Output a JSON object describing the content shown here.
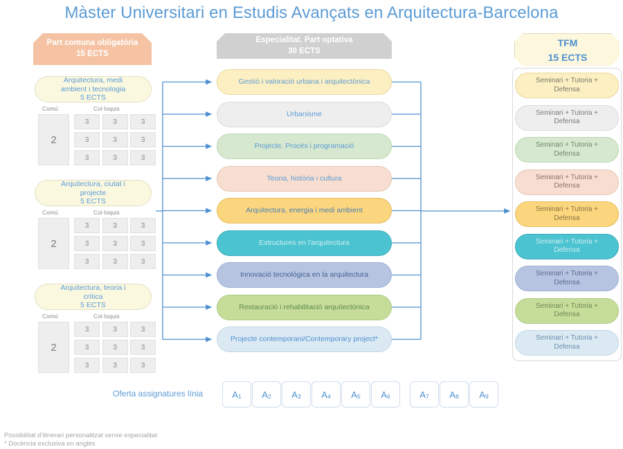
{
  "title": "Màster Universitari en Estudis Avançats en Arquitectura-Barcelona",
  "headers": {
    "common": {
      "line1": "Part comuna obligatòria",
      "line2": "15 ECTS",
      "color": "#f5c3a3"
    },
    "specialty": {
      "line1": "Especialitat. Part optativa",
      "line2": "30 ECTS",
      "color": "#d0d0d0"
    },
    "tfm": {
      "line1": "TFM",
      "line2": "15 ECTS",
      "color": "#fdf8dd"
    }
  },
  "left_blocks": [
    {
      "title_line1": "Arquitectura, medi",
      "title_line2": "ambient i tecnologia",
      "ects": "5 ECTS",
      "caption_common": "Comú",
      "caption_colloquia": "Col·loquis",
      "common_value": "2",
      "colloquia": [
        [
          "3",
          "3",
          "3"
        ],
        [
          "3",
          "3",
          "3"
        ],
        [
          "3",
          "3",
          "3"
        ]
      ]
    },
    {
      "title_line1": "Arquitectura, ciutat i",
      "title_line2": "projecte",
      "ects": "5 ECTS",
      "caption_common": "Comú",
      "caption_colloquia": "Col·loquis",
      "common_value": "2",
      "colloquia": [
        [
          "3",
          "3",
          "3"
        ],
        [
          "3",
          "3",
          "3"
        ],
        [
          "3",
          "3",
          "3"
        ]
      ]
    },
    {
      "title_line1": "Arquitectura, teoria i",
      "title_line2": "crítica",
      "ects": "5 ECTS",
      "caption_common": "Comú",
      "caption_colloquia": "Col·loquis",
      "common_value": "2",
      "colloquia": [
        [
          "3",
          "3",
          "3"
        ],
        [
          "3",
          "3",
          "3"
        ],
        [
          "3",
          "3",
          "3"
        ]
      ]
    }
  ],
  "subjects": [
    {
      "label": "Gestió i valoració urbana i arquitectònica",
      "fill": "#fcefc2",
      "border": "#e8d79a",
      "text": "#5b9bd5"
    },
    {
      "label": "Urbanisme",
      "fill": "#eeeeee",
      "border": "#dadada",
      "text": "#5b9bd5"
    },
    {
      "label": "Projecte. Procés i programació",
      "fill": "#d6e8cf",
      "border": "#bcd7b2",
      "text": "#5b9bd5"
    },
    {
      "label": "Teoria, història i cultura",
      "fill": "#f7ded0",
      "border": "#e4c6b4",
      "text": "#5b9bd5"
    },
    {
      "label": "Arquitectura, energia i medi ambient",
      "fill": "#fbd67e",
      "border": "#e6bd5e",
      "text": "#4a7fb5"
    },
    {
      "label": "Estructures en l'arquitectura",
      "fill": "#4cc3d0",
      "border": "#3aadb9",
      "text": "#cfeef2"
    },
    {
      "label": "Innovació tecnològica en la arquitectura",
      "fill": "#b6c4e2",
      "border": "#9fb0d3",
      "text": "#44618f"
    },
    {
      "label": "Restauració i rehabilitació arquitectònica",
      "fill": "#c6dd9a",
      "border": "#aec982",
      "text": "#5f8a4e"
    },
    {
      "label": "Projecte contemporani/Contemporary project*",
      "fill": "#dbe9f3",
      "border": "#c2d6e5",
      "text": "#4e8fd0"
    }
  ],
  "tfm_items": [
    {
      "line1": "Seminari + Tutoria +",
      "line2": "Defensa",
      "fill": "#fcefc2",
      "border": "#e8d79a",
      "text": "#7a7a6a"
    },
    {
      "line1": "Seminari + Tutoria +",
      "line2": "Defensa",
      "fill": "#eeeeee",
      "border": "#dadada",
      "text": "#7a7a7a"
    },
    {
      "line1": "Seminari + Tutoria +",
      "line2": "Defensa",
      "fill": "#d6e8cf",
      "border": "#bcd7b2",
      "text": "#6e8a68"
    },
    {
      "line1": "Seminari + Tutoria +",
      "line2": "Defensa",
      "fill": "#f7ded0",
      "border": "#e4c6b4",
      "text": "#8a7468"
    },
    {
      "line1": "Seminari + Tutoria +",
      "line2": "Defensa",
      "fill": "#fbd67e",
      "border": "#e6bd5e",
      "text": "#8a7340"
    },
    {
      "line1": "Seminari + Tutoria +",
      "line2": "Defensa",
      "fill": "#4cc3d0",
      "border": "#3aadb9",
      "text": "#cfeef2"
    },
    {
      "line1": "Seminari + Tutoria +",
      "line2": "Defensa",
      "fill": "#b6c4e2",
      "border": "#9fb0d3",
      "text": "#5a6c8c"
    },
    {
      "line1": "Seminari + Tutoria +",
      "line2": "Defensa",
      "fill": "#c6dd9a",
      "border": "#aec982",
      "text": "#6d8a54"
    },
    {
      "line1": "Seminari + Tutoria +",
      "line2": "Defensa",
      "fill": "#dbe9f3",
      "border": "#c2d6e5",
      "text": "#6a8fae"
    }
  ],
  "bottom": {
    "label": "Oferta assignatures línia",
    "items": [
      {
        "base": "A",
        "sub": "1"
      },
      {
        "base": "A",
        "sub": "2"
      },
      {
        "base": "A",
        "sub": "3"
      },
      {
        "base": "A",
        "sub": "4"
      },
      {
        "base": "A",
        "sub": "5"
      },
      {
        "base": "A",
        "sub": "6"
      },
      {
        "base": "A",
        "sub": "7"
      },
      {
        "base": "A",
        "sub": "8"
      },
      {
        "base": "A",
        "sub": "9"
      }
    ]
  },
  "footnotes": {
    "line1": "Possibilitat d'itinerari personalitzat sense especialitat",
    "line2": "* Docència exclusiva en anglès"
  },
  "colors": {
    "accent": "#5b9bd5",
    "connector": "#4e8fd0",
    "muted": "#a6a6a6"
  }
}
